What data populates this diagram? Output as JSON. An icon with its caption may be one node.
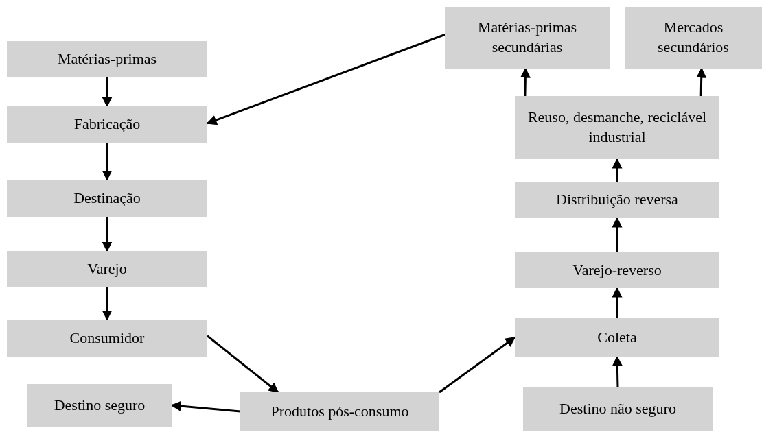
{
  "diagram": {
    "nodes": [
      {
        "text": [
          "Matérias-primas"
        ]
      },
      {
        "text": [
          "Fabricação"
        ]
      },
      {
        "text": [
          "Destinação"
        ]
      },
      {
        "text": [
          "Varejo"
        ]
      },
      {
        "text": [
          "Consumidor"
        ]
      },
      {
        "text": [
          "Destino seguro"
        ]
      },
      {
        "text": [
          "Produtos pós-consumo"
        ]
      },
      {
        "text": [
          "Destino não seguro"
        ]
      },
      {
        "text": [
          "Coleta"
        ]
      },
      {
        "text": [
          "Varejo-reverso"
        ]
      },
      {
        "text": [
          "Distribuição reversa"
        ]
      },
      {
        "text": [
          "Reuso, desmanche, reciclável industrial"
        ]
      },
      {
        "text": [
          "Matérias-primas secundárias"
        ]
      },
      {
        "text": [
          "Mercados secundários"
        ]
      }
    ],
    "edges": [
      {
        "from": 0,
        "to": 1,
        "arrow": "to"
      },
      {
        "from": 1,
        "to": 2,
        "arrow": "to"
      },
      {
        "from": 2,
        "to": 3,
        "arrow": "to"
      },
      {
        "from": 3,
        "to": 4,
        "arrow": "to"
      },
      {
        "from": 4,
        "to": 6,
        "arrow": "to"
      },
      {
        "from": 6,
        "to": 5,
        "arrow": "to"
      },
      {
        "from": 6,
        "to": 8,
        "arrow": "to"
      },
      {
        "from": 7,
        "to": 8,
        "arrow": "to"
      },
      {
        "from": 8,
        "to": 9,
        "arrow": "to"
      },
      {
        "from": 9,
        "to": 10,
        "arrow": "to"
      },
      {
        "from": 10,
        "to": 11,
        "arrow": "to"
      },
      {
        "from": 11,
        "to": 12,
        "arrow": "to"
      },
      {
        "from": 11,
        "to": 13,
        "arrow": "to"
      },
      {
        "from": 12,
        "to": 1,
        "arrow": "to"
      }
    ]
  }
}
